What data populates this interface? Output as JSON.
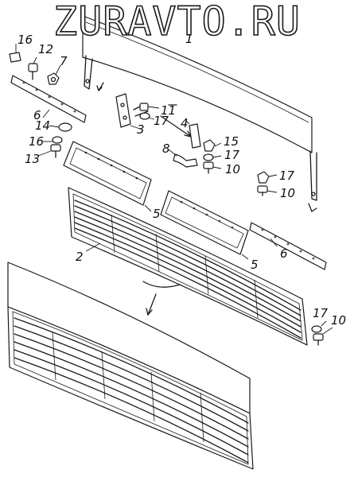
{
  "watermark": "ZURAVTO.RU",
  "callouts": [
    {
      "id": "c1",
      "text": "1"
    },
    {
      "id": "c16a",
      "text": "16"
    },
    {
      "id": "c12",
      "text": "12"
    },
    {
      "id": "c7",
      "text": "7"
    },
    {
      "id": "c6a",
      "text": "6"
    },
    {
      "id": "c14",
      "text": "14"
    },
    {
      "id": "c16b",
      "text": "16"
    },
    {
      "id": "c13",
      "text": "13"
    },
    {
      "id": "c11",
      "text": "11"
    },
    {
      "id": "c17a",
      "text": "17"
    },
    {
      "id": "c3",
      "text": "3"
    },
    {
      "id": "c4",
      "text": "4"
    },
    {
      "id": "c15",
      "text": "15"
    },
    {
      "id": "c8",
      "text": "8"
    },
    {
      "id": "c17b",
      "text": "17"
    },
    {
      "id": "c10a",
      "text": "10"
    },
    {
      "id": "c17c",
      "text": "17"
    },
    {
      "id": "c10b",
      "text": "10"
    },
    {
      "id": "c5a",
      "text": "5"
    },
    {
      "id": "c2",
      "text": "2"
    },
    {
      "id": "c5b",
      "text": "5"
    },
    {
      "id": "c6b",
      "text": "6"
    },
    {
      "id": "c17d",
      "text": "17"
    },
    {
      "id": "c10c",
      "text": "10"
    }
  ]
}
